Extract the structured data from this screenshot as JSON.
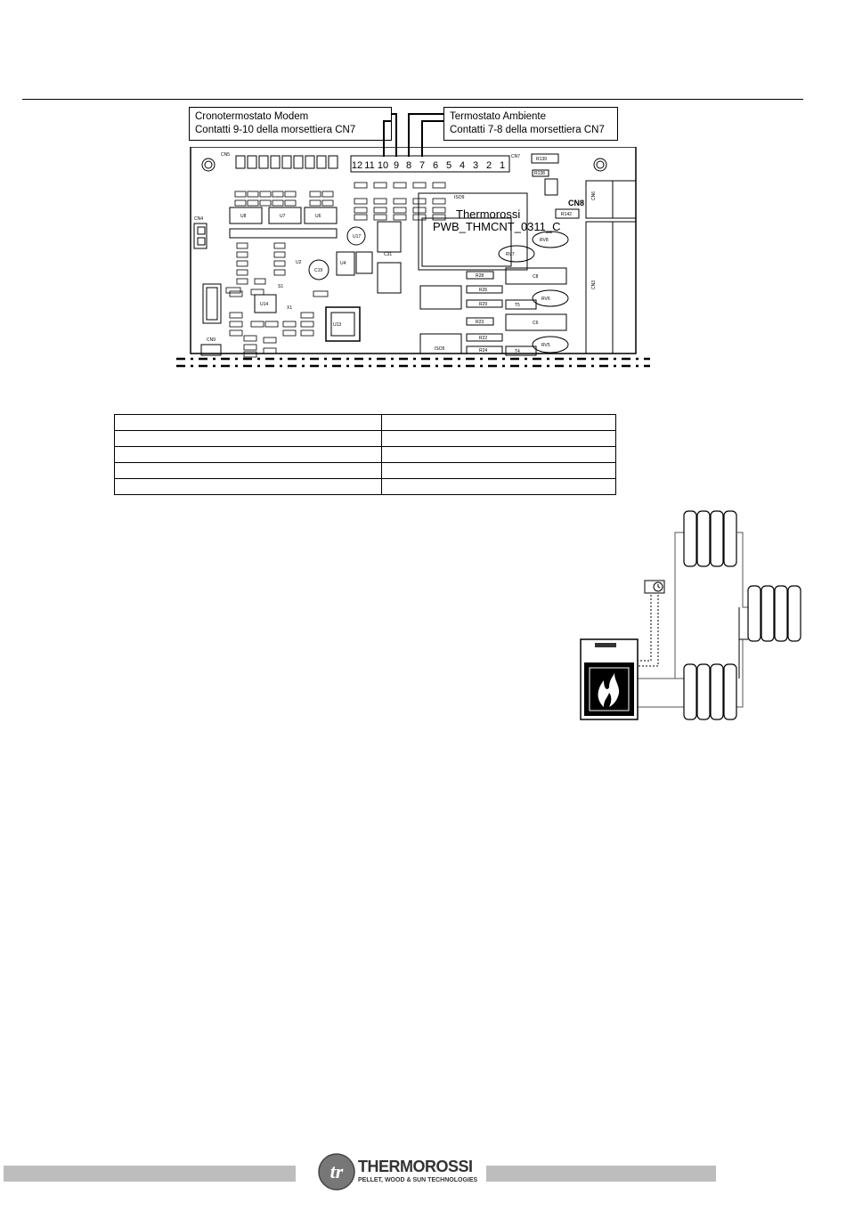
{
  "callouts": {
    "left": {
      "line1": "Cronotermostato Modem",
      "line2": "Contatti 9-10 della morsettiera CN7"
    },
    "right": {
      "line1": "Termostato Ambiente",
      "line2": "Contatti 7-8 della morsettiera CN7"
    }
  },
  "board": {
    "brand": "Thermorossi",
    "code": "PWB_THMCNT_0311_C",
    "cn7_pins": [
      "12",
      "11",
      "10",
      "9",
      "8",
      "7",
      "6",
      "5",
      "4",
      "3",
      "2",
      "1"
    ],
    "labels": {
      "cn5": "CN5",
      "cn7": "CN7",
      "cn8": "CN8",
      "cn6": "CN6",
      "cn4": "CN4",
      "cn3": "CN3",
      "cn9": "CN9",
      "u13": "U13",
      "u14": "U14",
      "u8": "U8",
      "u7": "U7",
      "u6": "U6",
      "u4": "U4",
      "u17": "U17",
      "u2": "U2",
      "c19": "C19",
      "c31": "C31",
      "c8": "C8",
      "c6": "C6",
      "r139": "R139",
      "r138": "R138",
      "r142": "R142",
      "r28": "R28",
      "r26": "R26",
      "r29": "R29",
      "r23": "R23",
      "r22": "R22",
      "r24": "R24",
      "t5": "T5",
      "t4": "T4",
      "rv8": "RV8",
      "rv7": "RV7",
      "rv6": "RV6",
      "rv5": "RV5",
      "iso9": "ISO9",
      "iso5": "ISO5",
      "s1": "S1",
      "x1": "X1"
    }
  },
  "table": {
    "rows": [
      [
        "",
        ""
      ],
      [
        "",
        ""
      ],
      [
        "",
        ""
      ],
      [
        "",
        ""
      ],
      [
        "",
        ""
      ]
    ]
  },
  "footer": {
    "brand": "THERMOROSSI",
    "tagline": "PELLET, WOOD & SUN TECHNOLOGIES",
    "mark": "tr"
  }
}
